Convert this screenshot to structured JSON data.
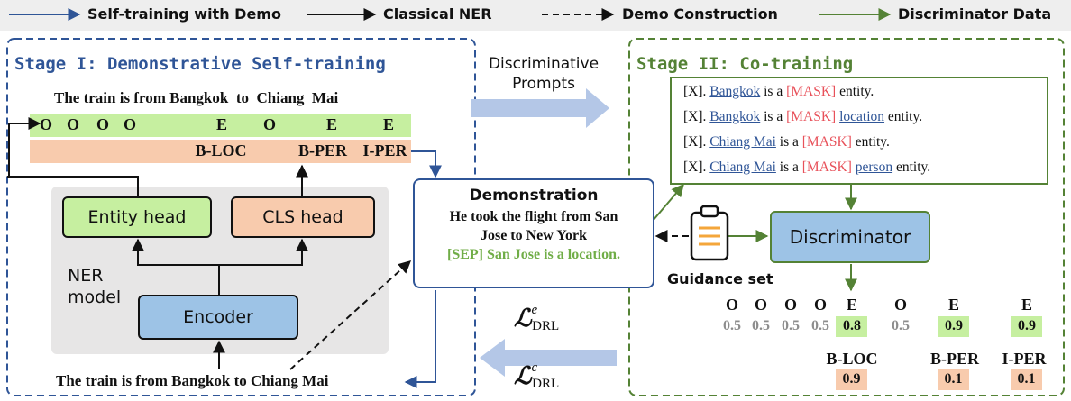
{
  "legend": {
    "self_training": "Self-training with Demo",
    "classical_ner": "Classical NER",
    "demo_construction": "Demo Construction",
    "discriminator_data": "Discriminator Data"
  },
  "stage1": {
    "title": "Stage I: Demonstrative Self-training",
    "sentence_top": "The train is from Bangkok  to  Chiang  Mai",
    "sentence_bottom": "The train is from Bangkok to Chiang Mai",
    "entity_tags": [
      "O",
      "O",
      "O",
      "O",
      "E",
      "O",
      "E",
      "E"
    ],
    "cls_tags": [
      "B-LOC",
      "B-PER",
      "I-PER"
    ],
    "entity_head": "Entity head",
    "cls_head": "CLS head",
    "ner_model_line1": "NER",
    "ner_model_line2": "model",
    "encoder": "Encoder"
  },
  "middle": {
    "discriminative_prompts_line1": "Discriminative",
    "discriminative_prompts_line2": "Prompts",
    "demo_title": "Demonstration",
    "demo_line1": "He took the flight from San",
    "demo_line2": "Jose to New York",
    "demo_line3": "[SEP] San Jose is a location.",
    "loss_e": "e",
    "loss_c": "c",
    "loss_sub": "DRL"
  },
  "stage2": {
    "title": "Stage II: Co-training",
    "prompts": [
      {
        "prefix": "[X]. ",
        "entity": "Bangkok",
        "mid": " is a ",
        "mask": "[MASK]",
        "label": "",
        "suffix": " entity."
      },
      {
        "prefix": "[X]. ",
        "entity": "Bangkok",
        "mid": " is a ",
        "mask": "[MASK]",
        "label": "location",
        "suffix": " entity."
      },
      {
        "prefix": "[X]. ",
        "entity": "Chiang Mai",
        "mid": " is a ",
        "mask": "[MASK]",
        "label": "",
        "suffix": " entity."
      },
      {
        "prefix": "[X]. ",
        "entity": "Chiang Mai",
        "mid": " is a ",
        "mask": "[MASK]",
        "label": "person",
        "suffix": " entity."
      }
    ],
    "discriminator": "Discriminator",
    "guidance_set": "Guidance set",
    "entity_tags": [
      "O",
      "O",
      "O",
      "O",
      "E",
      "O",
      "E",
      "E"
    ],
    "entity_scores": [
      "0.5",
      "0.5",
      "0.5",
      "0.5",
      "0.8",
      "0.5",
      "0.9",
      "0.9"
    ],
    "cls_tags": [
      "B-LOC",
      "B-PER",
      "I-PER"
    ],
    "cls_scores": [
      "0.9",
      "0.1",
      "0.1"
    ]
  },
  "colors": {
    "stage1": "#2f5597",
    "stage2": "#548235",
    "green_fill": "#c6efa0",
    "orange_fill": "#f8cbad",
    "blue_fill": "#9dc3e6",
    "gray_panel": "#e7e6e6"
  }
}
